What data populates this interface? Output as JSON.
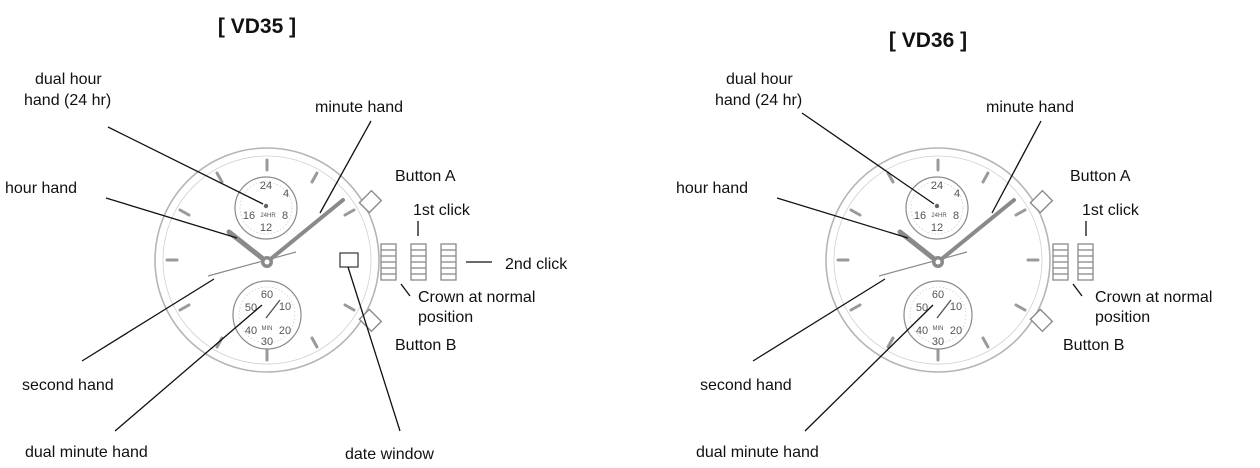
{
  "diagrams": [
    {
      "title": "[ VD35 ]",
      "labels": {
        "dual_hour_hand_line1": "dual hour",
        "dual_hour_hand_line2": "hand (24 hr)",
        "minute_hand": "minute hand",
        "button_a": "Button A",
        "hour_hand": "hour hand",
        "first_click": "1st click",
        "second_click": "2nd click",
        "crown_line1": "Crown at normal",
        "crown_line2": "position",
        "button_b": "Button B",
        "second_hand": "second hand",
        "dual_minute_hand": "dual minute hand",
        "date_window": "date window"
      },
      "dial_24h": {
        "top": "24",
        "right": "4",
        "bottom": "12",
        "left": "16",
        "right2": "8",
        "center": "24HR"
      },
      "dial_min": {
        "top": "60",
        "right": "10",
        "bottom": "30",
        "left": "50",
        "right2": "20",
        "left2": "40",
        "center": "MIN"
      }
    },
    {
      "title": "[ VD36 ]",
      "labels": {
        "dual_hour_hand_line1": "dual hour",
        "dual_hour_hand_line2": "hand (24 hr)",
        "minute_hand": "minute hand",
        "button_a": "Button A",
        "hour_hand": "hour hand",
        "first_click": "1st click",
        "crown_line1": "Crown at normal",
        "crown_line2": "position",
        "button_b": "Button B",
        "second_hand": "second hand",
        "dual_minute_hand": "dual minute hand"
      },
      "dial_24h": {
        "top": "24",
        "right": "4",
        "bottom": "12",
        "left": "16",
        "right2": "8",
        "center": "24HR"
      },
      "dial_min": {
        "top": "60",
        "right": "10",
        "bottom": "30",
        "left": "50",
        "right2": "20",
        "left2": "40",
        "center": "MIN"
      }
    }
  ]
}
